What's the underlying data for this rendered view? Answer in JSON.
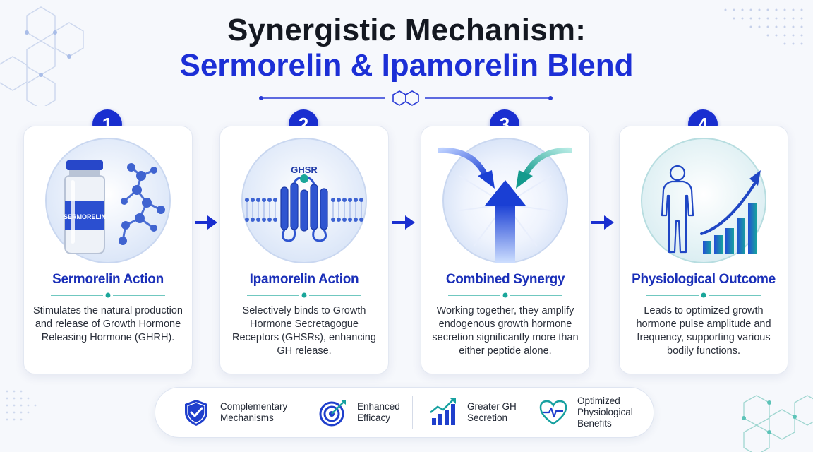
{
  "title": {
    "line1": "Synergistic Mechanism:",
    "line2": "Sermorelin & Ipamorelin Blend"
  },
  "colors": {
    "accent_blue": "#1a2fd0",
    "accent_teal": "#1aa69a",
    "title_dark": "#141821"
  },
  "steps": [
    {
      "number": "1",
      "title": "Sermorelin Action",
      "description": "Stimulates the natural production and release of Growth Hormone Releasing Hormone (GHRH).",
      "vial_label": "SERMORELIN",
      "icon": "vial-molecule-icon"
    },
    {
      "number": "2",
      "title": "Ipamorelin Action",
      "description": "Selectively binds to Growth Hormone Secretagogue Receptors (GHSRs), enhancing GH release.",
      "receptor_label": "GHSR",
      "icon": "receptor-membrane-icon"
    },
    {
      "number": "3",
      "title": "Combined Synergy",
      "description": "Working together, they amplify endogenous growth hormone secretion significantly more than either peptide alone.",
      "icon": "converging-arrows-icon"
    },
    {
      "number": "4",
      "title": "Physiological Outcome",
      "description": "Leads to optimized growth hormone pulse amplitude and frequency, supporting various bodily functions.",
      "icon": "human-growth-chart-icon"
    }
  ],
  "benefits": [
    {
      "label": "Complementary Mechanisms",
      "icon": "shield-check-icon"
    },
    {
      "label": "Enhanced Efficacy",
      "icon": "target-icon"
    },
    {
      "label": "Greater GH Secretion",
      "icon": "bar-growth-icon"
    },
    {
      "label": "Optimized Physiological Benefits",
      "icon": "heart-pulse-icon"
    }
  ]
}
